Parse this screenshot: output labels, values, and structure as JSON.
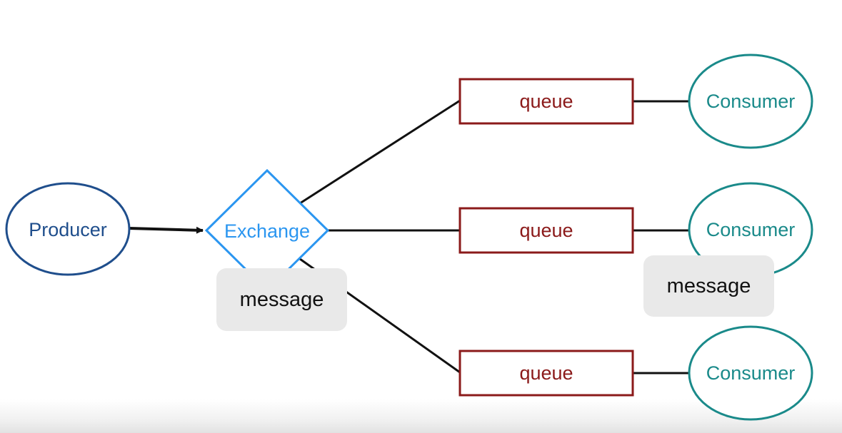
{
  "nodes": {
    "producer": "Producer",
    "exchange": "Exchange",
    "queues": [
      "queue",
      "queue",
      "queue"
    ],
    "consumers": [
      "Consumer",
      "Consumer",
      "Consumer"
    ]
  },
  "messages": [
    "message",
    "message"
  ],
  "colors": {
    "producer": "#1f4e8c",
    "exchange": "#2b96f0",
    "queue": "#8b1a1a",
    "consumer": "#1a8a8a",
    "edge": "#111111",
    "message_bg": "#e9e9e9"
  }
}
